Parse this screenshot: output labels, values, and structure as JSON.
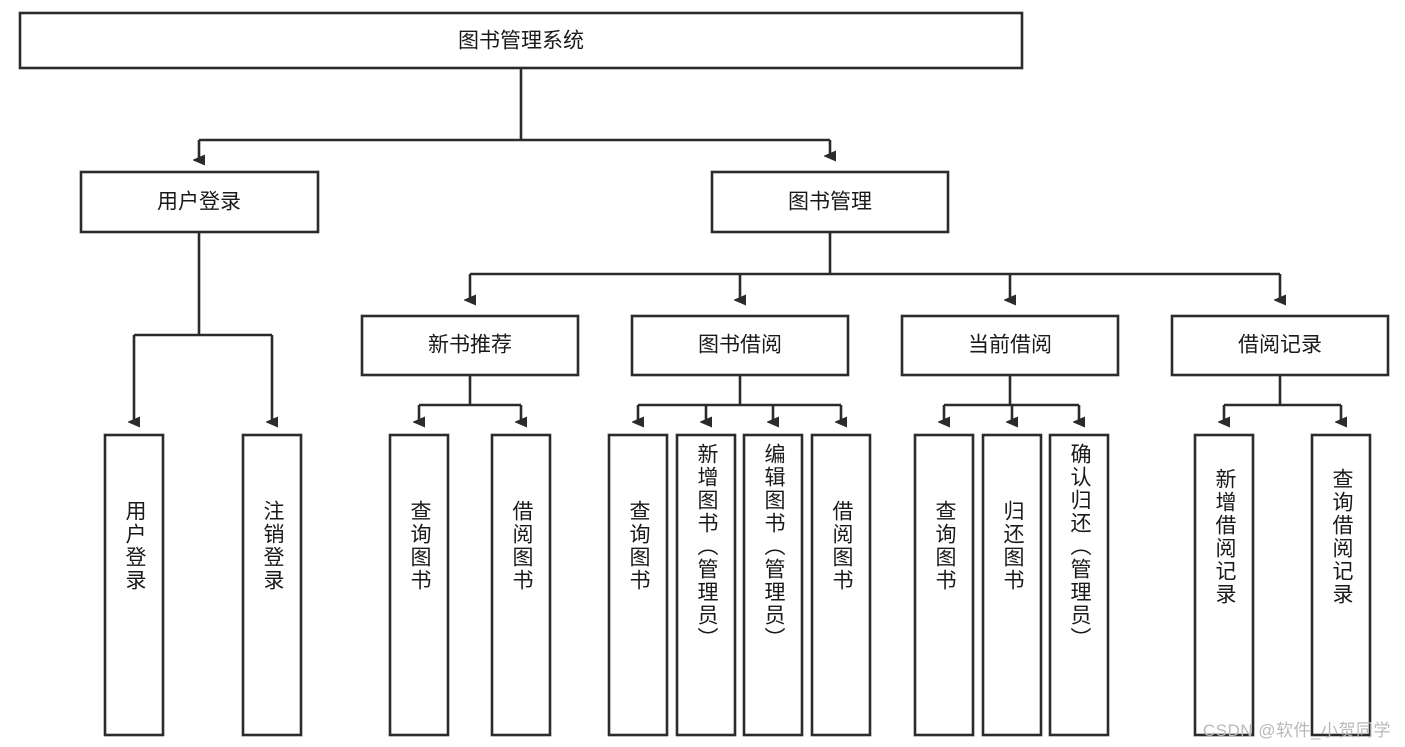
{
  "diagram": {
    "title": "图书管理系统",
    "type": "hierarchy-tree",
    "watermark": "CSDN @软件_小贺同学",
    "colors": {
      "stroke": "#2b2b2b",
      "fill": "#ffffff",
      "text": "#1a1a1a",
      "watermark": "#b9b9b9"
    },
    "levels": {
      "root": {
        "label": "图书管理系统"
      },
      "level2": [
        {
          "label": "用户登录"
        },
        {
          "label": "图书管理"
        }
      ],
      "level3": [
        {
          "label": "新书推荐"
        },
        {
          "label": "图书借阅"
        },
        {
          "label": "当前借阅"
        },
        {
          "label": "借阅记录"
        }
      ],
      "level4": {
        "user_login": [
          {
            "label": "用户登录"
          },
          {
            "label": "注销登录"
          }
        ],
        "new_book": [
          {
            "label": "查询图书"
          },
          {
            "label": "借阅图书"
          }
        ],
        "book_borrow": [
          {
            "label": "查询图书"
          },
          {
            "label": "新增图书（管理员）"
          },
          {
            "label": "编辑图书（管理员）"
          },
          {
            "label": "借阅图书"
          }
        ],
        "current_borrow": [
          {
            "label": "查询图书"
          },
          {
            "label": "归还图书"
          },
          {
            "label": "确认归还（管理员）"
          }
        ],
        "borrow_record": [
          {
            "label": "新增借阅记录"
          },
          {
            "label": "查询借阅记录"
          }
        ]
      }
    }
  }
}
